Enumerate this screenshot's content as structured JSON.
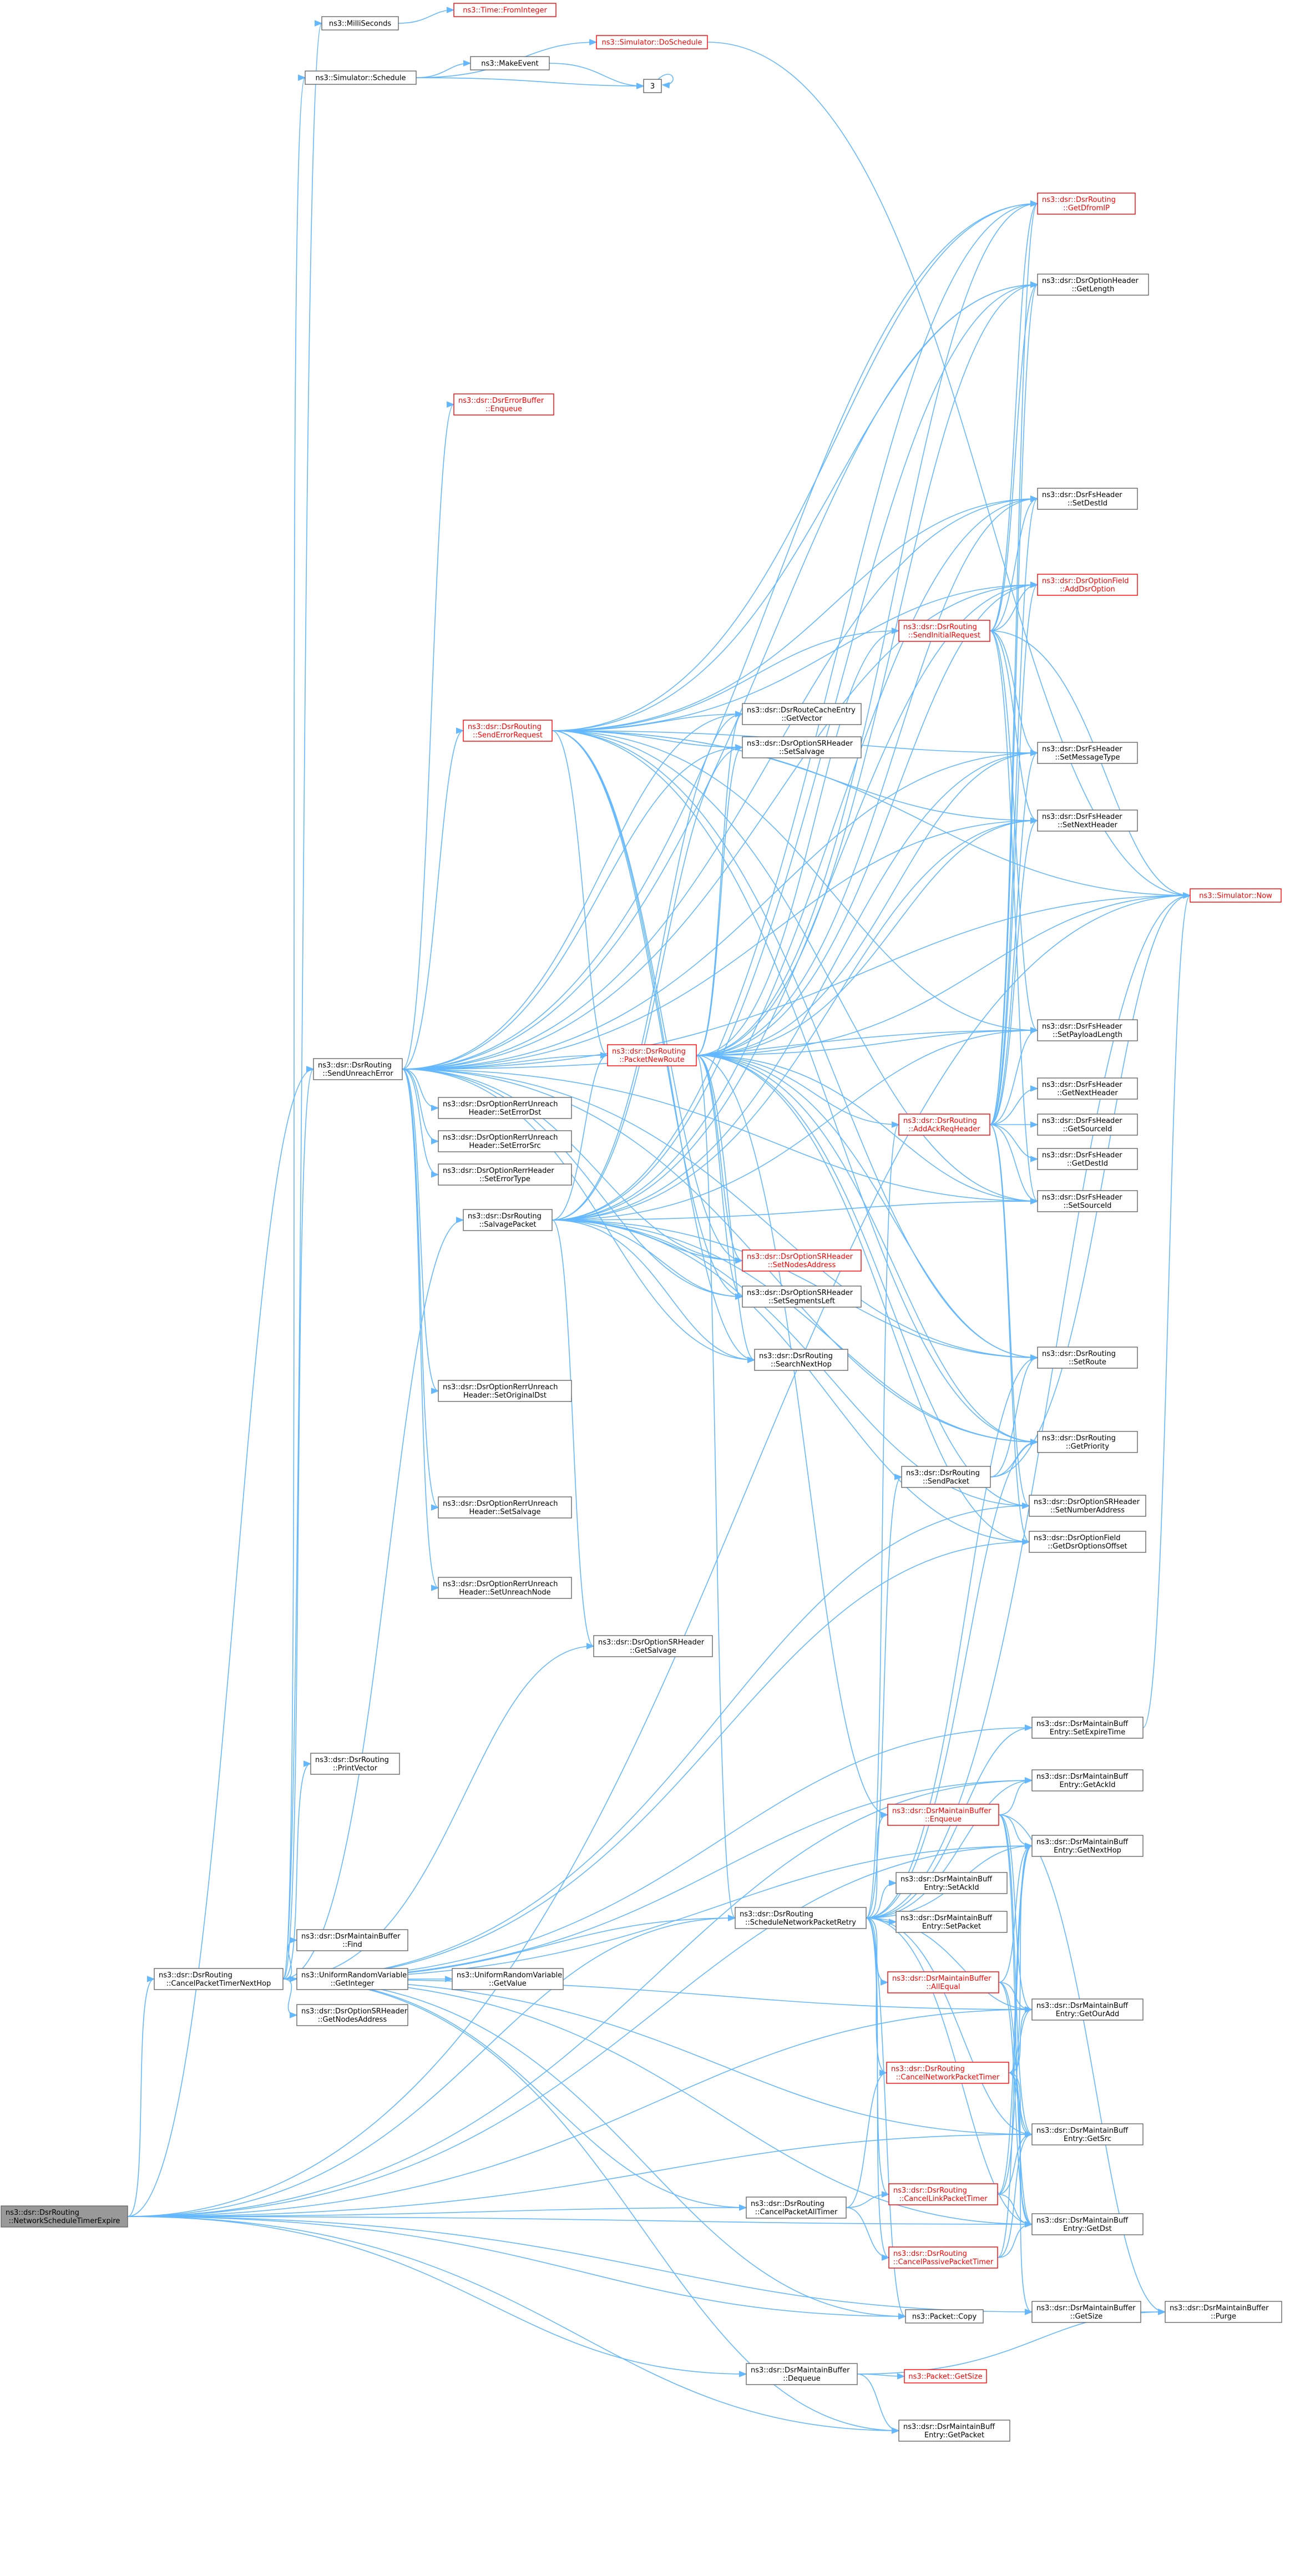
{
  "colors": {
    "edge": "#63b8ff",
    "node_border": "#666666",
    "highlight_border": "#ff0000",
    "root_fill": "#999999"
  },
  "nodes": [
    {
      "id": "root",
      "lines": [
        "ns3::dsr::DsrRouting",
        "::NetworkScheduleTimerExpire"
      ],
      "style": "root"
    },
    {
      "id": "cpt",
      "lines": [
        "ns3::dsr::DsrRouting",
        "::CancelPacketTimerNextHop"
      ]
    },
    {
      "id": "ms",
      "lines": [
        "ns3::MilliSeconds"
      ]
    },
    {
      "id": "tfi",
      "lines": [
        "ns3::Time::FromInteger"
      ],
      "style": "red"
    },
    {
      "id": "sims",
      "lines": [
        "ns3::Simulator::Schedule"
      ]
    },
    {
      "id": "dosch",
      "lines": [
        "ns3::Simulator::DoSchedule"
      ],
      "style": "red"
    },
    {
      "id": "mkev",
      "lines": [
        "ns3::MakeEvent"
      ]
    },
    {
      "id": "three",
      "lines": [
        "3"
      ]
    },
    {
      "id": "now",
      "lines": [
        "ns3::Simulator::Now"
      ],
      "style": "red"
    },
    {
      "id": "seu",
      "lines": [
        "ns3::dsr::DsrRouting",
        "::SendUnreachError"
      ]
    },
    {
      "id": "getdfip",
      "lines": [
        "ns3::dsr::DsrRouting",
        "::GetDfromIP"
      ],
      "style": "red"
    },
    {
      "id": "ohlen",
      "lines": [
        "ns3::dsr::DsrOptionHeader",
        "::GetLength"
      ]
    },
    {
      "id": "ebenq",
      "lines": [
        "ns3::dsr::DsrErrorBuffer",
        "::Enqueue"
      ],
      "style": "red"
    },
    {
      "id": "setdest",
      "lines": [
        "ns3::dsr::DsrFsHeader",
        "::SetDestId"
      ]
    },
    {
      "id": "addopt",
      "lines": [
        "ns3::dsr::DsrOptionField",
        "::AddDsrOption"
      ],
      "style": "red"
    },
    {
      "id": "sir",
      "lines": [
        "ns3::dsr::DsrRouting",
        "::SendInitialRequest"
      ],
      "style": "red"
    },
    {
      "id": "ser",
      "lines": [
        "ns3::dsr::DsrRouting",
        "::SendErrorRequest"
      ],
      "style": "red"
    },
    {
      "id": "rcgv",
      "lines": [
        "ns3::dsr::DsrRouteCacheEntry",
        "::GetVector"
      ]
    },
    {
      "id": "srsalv",
      "lines": [
        "ns3::dsr::DsrOptionSRHeader",
        "::SetSalvage"
      ]
    },
    {
      "id": "smt",
      "lines": [
        "ns3::dsr::DsrFsHeader",
        "::SetMessageType"
      ]
    },
    {
      "id": "snh",
      "lines": [
        "ns3::dsr::DsrFsHeader",
        "::SetNextHeader"
      ]
    },
    {
      "id": "pnr",
      "lines": [
        "ns3::dsr::DsrRouting",
        "::PacketNewRoute"
      ],
      "style": "red"
    },
    {
      "id": "spl",
      "lines": [
        "ns3::dsr::DsrFsHeader",
        "::SetPayloadLength"
      ]
    },
    {
      "id": "gnh",
      "lines": [
        "ns3::dsr::DsrFsHeader",
        "::GetNextHeader"
      ]
    },
    {
      "id": "aarh",
      "lines": [
        "ns3::dsr::DsrRouting",
        "::AddAckReqHeader"
      ],
      "style": "red"
    },
    {
      "id": "gsid",
      "lines": [
        "ns3::dsr::DsrFsHeader",
        "::GetSourceId"
      ]
    },
    {
      "id": "gdid",
      "lines": [
        "ns3::dsr::DsrFsHeader",
        "::GetDestId"
      ]
    },
    {
      "id": "ssid",
      "lines": [
        "ns3::dsr::DsrFsHeader",
        "::SetSourceId"
      ]
    },
    {
      "id": "serrdst",
      "lines": [
        "ns3::dsr::DsrOptionRerrUnreach",
        "Header::SetErrorDst"
      ]
    },
    {
      "id": "serrsrc",
      "lines": [
        "ns3::dsr::DsrOptionRerrUnreach",
        "Header::SetErrorSrc"
      ]
    },
    {
      "id": "serrtype",
      "lines": [
        "ns3::dsr::DsrOptionRerrHeader",
        "::SetErrorType"
      ]
    },
    {
      "id": "salvp",
      "lines": [
        "ns3::dsr::DsrRouting",
        "::SalvagePacket"
      ]
    },
    {
      "id": "snodes",
      "lines": [
        "ns3::dsr::DsrOptionSRHeader",
        "::SetNodesAddress"
      ],
      "style": "red"
    },
    {
      "id": "ssegl",
      "lines": [
        "ns3::dsr::DsrOptionSRHeader",
        "::SetSegmentsLeft"
      ]
    },
    {
      "id": "snhop",
      "lines": [
        "ns3::dsr::DsrRouting",
        "::SearchNextHop"
      ]
    },
    {
      "id": "sroute",
      "lines": [
        "ns3::dsr::DsrRouting",
        "::SetRoute"
      ]
    },
    {
      "id": "sod",
      "lines": [
        "ns3::dsr::DsrOptionRerrUnreach",
        "Header::SetOriginalDst"
      ]
    },
    {
      "id": "gprio",
      "lines": [
        "ns3::dsr::DsrRouting",
        "::GetPriority"
      ]
    },
    {
      "id": "sendp",
      "lines": [
        "ns3::dsr::DsrRouting",
        "::SendPacket"
      ]
    },
    {
      "id": "snumaddr",
      "lines": [
        "ns3::dsr::DsrOptionSRHeader",
        "::SetNumberAddress"
      ]
    },
    {
      "id": "gdoo",
      "lines": [
        "ns3::dsr::DsrOptionField",
        "::GetDsrOptionsOffset"
      ]
    },
    {
      "id": "rsalv",
      "lines": [
        "ns3::dsr::DsrOptionRerrUnreach",
        "Header::SetSalvage"
      ]
    },
    {
      "id": "sun",
      "lines": [
        "ns3::dsr::DsrOptionRerrUnreach",
        "Header::SetUnreachNode"
      ]
    },
    {
      "id": "gsalv",
      "lines": [
        "ns3::dsr::DsrOptionSRHeader",
        "::GetSalvage"
      ]
    },
    {
      "id": "pvec",
      "lines": [
        "ns3::dsr::DsrRouting",
        "::PrintVector"
      ]
    },
    {
      "id": "sexp",
      "lines": [
        "ns3::dsr::DsrMaintainBuff",
        "Entry::SetExpireTime"
      ]
    },
    {
      "id": "gack",
      "lines": [
        "ns3::dsr::DsrMaintainBuff",
        "Entry::GetAckId"
      ]
    },
    {
      "id": "mbenq",
      "lines": [
        "ns3::dsr::DsrMaintainBuffer",
        "::Enqueue"
      ],
      "style": "red"
    },
    {
      "id": "gnhop",
      "lines": [
        "ns3::dsr::DsrMaintainBuff",
        "Entry::GetNextHop"
      ]
    },
    {
      "id": "sack",
      "lines": [
        "ns3::dsr::DsrMaintainBuff",
        "Entry::SetAckId"
      ]
    },
    {
      "id": "find",
      "lines": [
        "ns3::dsr::DsrMaintainBuffer",
        "::Find"
      ]
    },
    {
      "id": "snpr",
      "lines": [
        "ns3::dsr::DsrRouting",
        "::ScheduleNetworkPacketRetry"
      ]
    },
    {
      "id": "spkt",
      "lines": [
        "ns3::dsr::DsrMaintainBuff",
        "Entry::SetPacket"
      ]
    },
    {
      "id": "getint",
      "lines": [
        "ns3::UniformRandomVariable",
        "::GetInteger"
      ]
    },
    {
      "id": "getval",
      "lines": [
        "ns3::UniformRandomVariable",
        "::GetValue"
      ]
    },
    {
      "id": "allequal",
      "lines": [
        "ns3::dsr::DsrMaintainBuffer",
        "::AllEqual"
      ],
      "style": "red"
    },
    {
      "id": "gnodes",
      "lines": [
        "ns3::dsr::DsrOptionSRHeader",
        "::GetNodesAddress"
      ]
    },
    {
      "id": "gours",
      "lines": [
        "ns3::dsr::DsrMaintainBuff",
        "Entry::GetOurAdd"
      ]
    },
    {
      "id": "cnpt",
      "lines": [
        "ns3::dsr::DsrRouting",
        "::CancelNetworkPacketTimer"
      ],
      "style": "red"
    },
    {
      "id": "gsrc",
      "lines": [
        "ns3::dsr::DsrMaintainBuff",
        "Entry::GetSrc"
      ]
    },
    {
      "id": "clpt",
      "lines": [
        "ns3::dsr::DsrRouting",
        "::CancelLinkPacketTimer"
      ],
      "style": "red"
    },
    {
      "id": "capt",
      "lines": [
        "ns3::dsr::DsrRouting",
        "::CancelPacketAllTimer"
      ]
    },
    {
      "id": "gdst",
      "lines": [
        "ns3::dsr::DsrMaintainBuff",
        "Entry::GetDst"
      ]
    },
    {
      "id": "cppt",
      "lines": [
        "ns3::dsr::DsrRouting",
        "::CancelPassivePacketTimer"
      ],
      "style": "red"
    },
    {
      "id": "gsize",
      "lines": [
        "ns3::dsr::DsrMaintainBuffer",
        "::GetSize"
      ]
    },
    {
      "id": "purge",
      "lines": [
        "ns3::dsr::DsrMaintainBuffer",
        "::Purge"
      ]
    },
    {
      "id": "copy",
      "lines": [
        "ns3::Packet::Copy"
      ]
    },
    {
      "id": "deq",
      "lines": [
        "ns3::dsr::DsrMaintainBuffer",
        "::Dequeue"
      ]
    },
    {
      "id": "pgsize",
      "lines": [
        "ns3::Packet::GetSize"
      ],
      "style": "red"
    },
    {
      "id": "gpkt",
      "lines": [
        "ns3::dsr::DsrMaintainBuff",
        "Entry::GetPacket"
      ]
    }
  ],
  "edges": [
    [
      "root",
      "cpt"
    ],
    [
      "root",
      "now"
    ],
    [
      "root",
      "capt"
    ],
    [
      "root",
      "snpr"
    ],
    [
      "root",
      "copy"
    ],
    [
      "root",
      "deq"
    ],
    [
      "root",
      "gsize"
    ],
    [
      "root",
      "gpkt"
    ],
    [
      "root",
      "gnhop"
    ],
    [
      "root",
      "gours"
    ],
    [
      "root",
      "gsrc"
    ],
    [
      "root",
      "gdst"
    ],
    [
      "root",
      "gack"
    ],
    [
      "root",
      "seu"
    ],
    [
      "cpt",
      "ms"
    ],
    [
      "cpt",
      "sims"
    ],
    [
      "cpt",
      "seu"
    ],
    [
      "cpt",
      "salvp"
    ],
    [
      "cpt",
      "gsalv"
    ],
    [
      "cpt",
      "pvec"
    ],
    [
      "cpt",
      "find"
    ],
    [
      "cpt",
      "getint"
    ],
    [
      "cpt",
      "gnodes"
    ],
    [
      "cpt",
      "snpr"
    ],
    [
      "cpt",
      "capt"
    ],
    [
      "cpt",
      "copy"
    ],
    [
      "cpt",
      "gpkt"
    ],
    [
      "cpt",
      "gnhop"
    ],
    [
      "cpt",
      "gours"
    ],
    [
      "cpt",
      "gsrc"
    ],
    [
      "cpt",
      "gdst"
    ],
    [
      "cpt",
      "gack"
    ],
    [
      "cpt",
      "sexp"
    ],
    [
      "cpt",
      "gdoo"
    ],
    [
      "cpt",
      "snumaddr"
    ],
    [
      "ms",
      "tfi"
    ],
    [
      "sims",
      "dosch"
    ],
    [
      "sims",
      "mkev"
    ],
    [
      "sims",
      "three"
    ],
    [
      "mkev",
      "three"
    ],
    [
      "three",
      "three"
    ],
    [
      "dosch",
      "now"
    ],
    [
      "getint",
      "getval"
    ],
    [
      "seu",
      "getdfip"
    ],
    [
      "seu",
      "ohlen"
    ],
    [
      "seu",
      "ebenq"
    ],
    [
      "seu",
      "setdest"
    ],
    [
      "seu",
      "addopt"
    ],
    [
      "seu",
      "ser"
    ],
    [
      "seu",
      "smt"
    ],
    [
      "seu",
      "snh"
    ],
    [
      "seu",
      "pnr"
    ],
    [
      "seu",
      "spl"
    ],
    [
      "seu",
      "ssid"
    ],
    [
      "seu",
      "serrdst"
    ],
    [
      "seu",
      "serrsrc"
    ],
    [
      "seu",
      "serrtype"
    ],
    [
      "seu",
      "snodes"
    ],
    [
      "seu",
      "ssegl"
    ],
    [
      "seu",
      "snhop"
    ],
    [
      "seu",
      "sroute"
    ],
    [
      "seu",
      "sod"
    ],
    [
      "seu",
      "gprio"
    ],
    [
      "seu",
      "rsalv"
    ],
    [
      "seu",
      "sun"
    ],
    [
      "seu",
      "now"
    ],
    [
      "seu",
      "rcgv"
    ],
    [
      "seu",
      "srsalv"
    ],
    [
      "ser",
      "getdfip"
    ],
    [
      "ser",
      "ohlen"
    ],
    [
      "ser",
      "setdest"
    ],
    [
      "ser",
      "addopt"
    ],
    [
      "ser",
      "smt"
    ],
    [
      "ser",
      "snh"
    ],
    [
      "ser",
      "spl"
    ],
    [
      "ser",
      "ssid"
    ],
    [
      "ser",
      "pnr"
    ],
    [
      "ser",
      "rcgv"
    ],
    [
      "ser",
      "srsalv"
    ],
    [
      "ser",
      "snodes"
    ],
    [
      "ser",
      "ssegl"
    ],
    [
      "ser",
      "snhop"
    ],
    [
      "ser",
      "sroute"
    ],
    [
      "ser",
      "gprio"
    ],
    [
      "ser",
      "sir"
    ],
    [
      "ser",
      "now"
    ],
    [
      "sir",
      "getdfip"
    ],
    [
      "sir",
      "ohlen"
    ],
    [
      "sir",
      "setdest"
    ],
    [
      "sir",
      "addopt"
    ],
    [
      "sir",
      "smt"
    ],
    [
      "sir",
      "snh"
    ],
    [
      "sir",
      "spl"
    ],
    [
      "sir",
      "ssid"
    ],
    [
      "sir",
      "now"
    ],
    [
      "pnr",
      "getdfip"
    ],
    [
      "pnr",
      "ohlen"
    ],
    [
      "pnr",
      "setdest"
    ],
    [
      "pnr",
      "addopt"
    ],
    [
      "pnr",
      "smt"
    ],
    [
      "pnr",
      "snh"
    ],
    [
      "pnr",
      "spl"
    ],
    [
      "pnr",
      "ssid"
    ],
    [
      "pnr",
      "rcgv"
    ],
    [
      "pnr",
      "srsalv"
    ],
    [
      "pnr",
      "snodes"
    ],
    [
      "pnr",
      "ssegl"
    ],
    [
      "pnr",
      "snhop"
    ],
    [
      "pnr",
      "sroute"
    ],
    [
      "pnr",
      "gprio"
    ],
    [
      "pnr",
      "sir"
    ],
    [
      "pnr",
      "aarh"
    ],
    [
      "pnr",
      "snpr"
    ],
    [
      "pnr",
      "mbenq"
    ],
    [
      "pnr",
      "gdoo"
    ],
    [
      "pnr",
      "snumaddr"
    ],
    [
      "pnr",
      "now"
    ],
    [
      "salvp",
      "getdfip"
    ],
    [
      "salvp",
      "ohlen"
    ],
    [
      "salvp",
      "setdest"
    ],
    [
      "salvp",
      "addopt"
    ],
    [
      "salvp",
      "smt"
    ],
    [
      "salvp",
      "snh"
    ],
    [
      "salvp",
      "spl"
    ],
    [
      "salvp",
      "ssid"
    ],
    [
      "salvp",
      "pnr"
    ],
    [
      "salvp",
      "rcgv"
    ],
    [
      "salvp",
      "srsalv"
    ],
    [
      "salvp",
      "snodes"
    ],
    [
      "salvp",
      "ssegl"
    ],
    [
      "salvp",
      "snhop"
    ],
    [
      "salvp",
      "sroute"
    ],
    [
      "salvp",
      "gprio"
    ],
    [
      "salvp",
      "gsalv"
    ],
    [
      "salvp",
      "gdoo"
    ],
    [
      "salvp",
      "snumaddr"
    ],
    [
      "aarh",
      "getdfip"
    ],
    [
      "aarh",
      "ohlen"
    ],
    [
      "aarh",
      "setdest"
    ],
    [
      "aarh",
      "addopt"
    ],
    [
      "aarh",
      "smt"
    ],
    [
      "aarh",
      "snh"
    ],
    [
      "aarh",
      "spl"
    ],
    [
      "aarh",
      "gnh"
    ],
    [
      "aarh",
      "gsid"
    ],
    [
      "aarh",
      "gdid"
    ],
    [
      "aarh",
      "ssid"
    ],
    [
      "aarh",
      "gdoo"
    ],
    [
      "aarh",
      "snumaddr"
    ],
    [
      "sendp",
      "sroute"
    ],
    [
      "sendp",
      "gprio"
    ],
    [
      "sendp",
      "now"
    ],
    [
      "snpr",
      "aarh"
    ],
    [
      "snpr",
      "sendp"
    ],
    [
      "snpr",
      "sexp"
    ],
    [
      "snpr",
      "gack"
    ],
    [
      "snpr",
      "mbenq"
    ],
    [
      "snpr",
      "gnhop"
    ],
    [
      "snpr",
      "sack"
    ],
    [
      "snpr",
      "spkt"
    ],
    [
      "snpr",
      "allequal"
    ],
    [
      "snpr",
      "gours"
    ],
    [
      "snpr",
      "cnpt"
    ],
    [
      "snpr",
      "gsrc"
    ],
    [
      "snpr",
      "clpt"
    ],
    [
      "snpr",
      "gdst"
    ],
    [
      "snpr",
      "cppt"
    ],
    [
      "snpr",
      "copy"
    ],
    [
      "snpr",
      "now"
    ],
    [
      "snpr",
      "gprio"
    ],
    [
      "snpr",
      "sroute"
    ],
    [
      "mbenq",
      "gnhop"
    ],
    [
      "mbenq",
      "gours"
    ],
    [
      "mbenq",
      "gsrc"
    ],
    [
      "mbenq",
      "gdst"
    ],
    [
      "mbenq",
      "gack"
    ],
    [
      "mbenq",
      "purge"
    ],
    [
      "allequal",
      "gnhop"
    ],
    [
      "allequal",
      "gours"
    ],
    [
      "allequal",
      "gsrc"
    ],
    [
      "allequal",
      "gdst"
    ],
    [
      "cnpt",
      "gnhop"
    ],
    [
      "cnpt",
      "gours"
    ],
    [
      "cnpt",
      "gsrc"
    ],
    [
      "cnpt",
      "gdst"
    ],
    [
      "cnpt",
      "gsize"
    ],
    [
      "clpt",
      "gnhop"
    ],
    [
      "clpt",
      "gours"
    ],
    [
      "clpt",
      "gsrc"
    ],
    [
      "clpt",
      "gdst"
    ],
    [
      "cppt",
      "gnhop"
    ],
    [
      "cppt",
      "gsrc"
    ],
    [
      "cppt",
      "gdst"
    ],
    [
      "capt",
      "clpt"
    ],
    [
      "capt",
      "cnpt"
    ],
    [
      "capt",
      "cppt"
    ],
    [
      "gsize",
      "purge"
    ],
    [
      "deq",
      "pgsize"
    ],
    [
      "deq",
      "gpkt"
    ],
    [
      "deq",
      "purge"
    ],
    [
      "sexp",
      "now"
    ]
  ]
}
